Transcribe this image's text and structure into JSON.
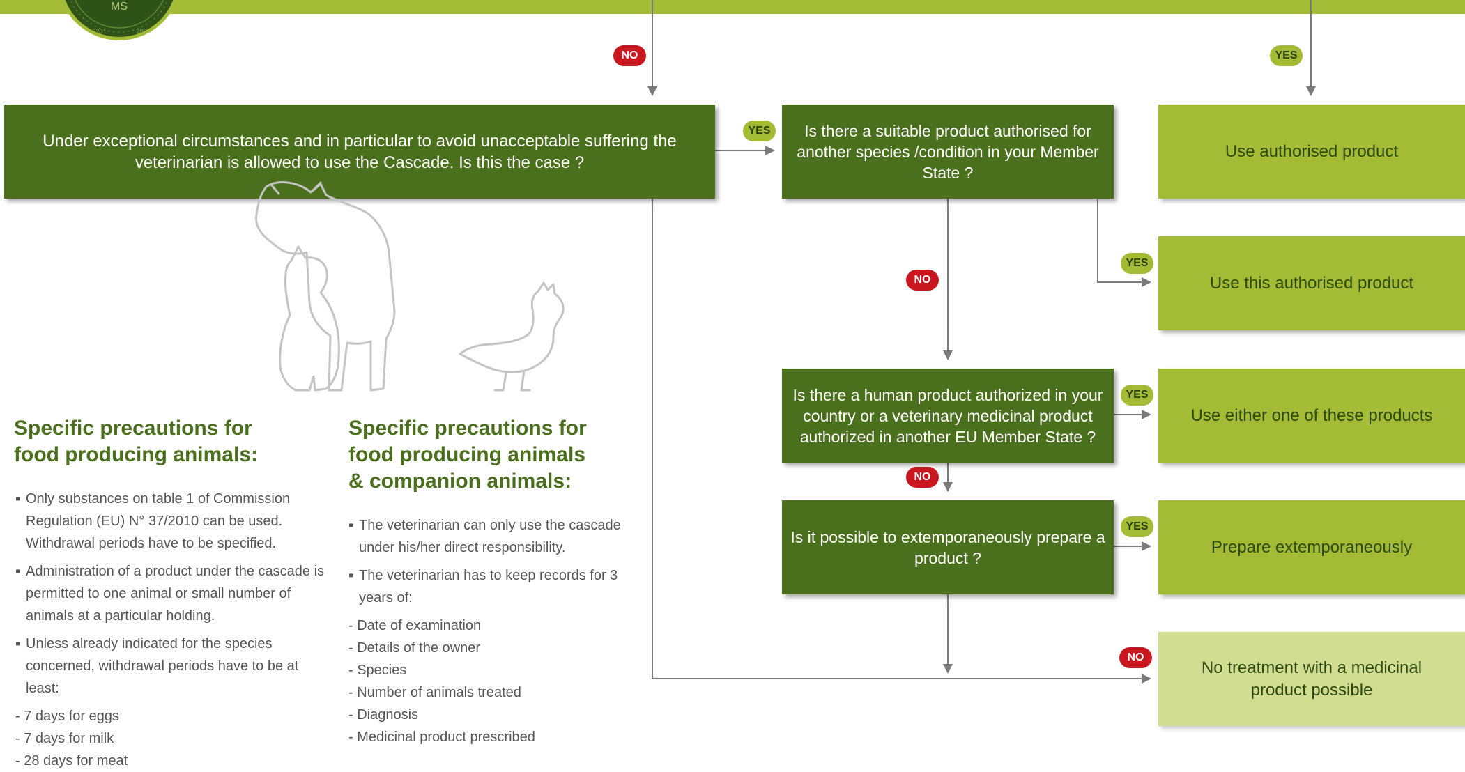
{
  "colors": {
    "dark_green": "#4b701d",
    "light_green": "#a3bb35",
    "pale_green": "#d1dd90",
    "no_red": "#c8171e",
    "arrow_grey": "#7a7a7a",
    "text_grey": "#555555"
  },
  "logo": {
    "icon": "compass-seal-icon",
    "text": "MS"
  },
  "badges": {
    "no": "NO",
    "yes": "YES"
  },
  "flow": {
    "cascade_question": "Under exceptional circumstances and in particular to avoid unacceptable suffering the veterinarian is allowed to use the Cascade. Is this the case ?",
    "other_species_question": "Is there a suitable product authorised for another species /condition in your Member State ?",
    "human_product_question": "Is there a human product authorized in your country or a veterinary medicinal product authorized in another EU Member State ?",
    "extemporaneous_question": "Is it possible to extemporaneously prepare a product ?"
  },
  "outcomes": {
    "use_authorised": "Use authorised product",
    "use_this_authorised": "Use this authorised product",
    "use_either": "Use either one of these products",
    "prepare_extemporaneously": "Prepare extemporaneously",
    "no_treatment": "No treatment with a medicinal product possible"
  },
  "illustration": {
    "icon": "animals-outline-icon",
    "animals": [
      "cat",
      "cow",
      "chicken"
    ]
  },
  "food_animals": {
    "heading_line1": "Specific precautions for",
    "heading_line2": "food producing animals:",
    "bullets": [
      "Only substances on table 1 of Commission Regulation (EU) N° 37/2010 can be used. Withdrawal periods have to be specified.",
      "Administration of a product under the cascade is permitted to one animal or small number of animals at a particular holding.",
      "Unless already indicated for the species concerned, withdrawal periods have to be at least:"
    ],
    "items": [
      "7 days for eggs",
      "7 days for milk",
      "28 days for meat"
    ]
  },
  "companion_animals": {
    "heading_line1": "Specific precautions for",
    "heading_line2": "food producing animals",
    "heading_line3": "& companion animals:",
    "bullets": [
      "The veterinarian can only use the cascade under his/her direct responsibility.",
      "The veterinarian has to keep records for 3 years of:"
    ],
    "items": [
      "Date of examination",
      "Details of the owner",
      "Species",
      "Number of animals treated",
      "Diagnosis",
      "Medicinal product prescribed"
    ]
  }
}
